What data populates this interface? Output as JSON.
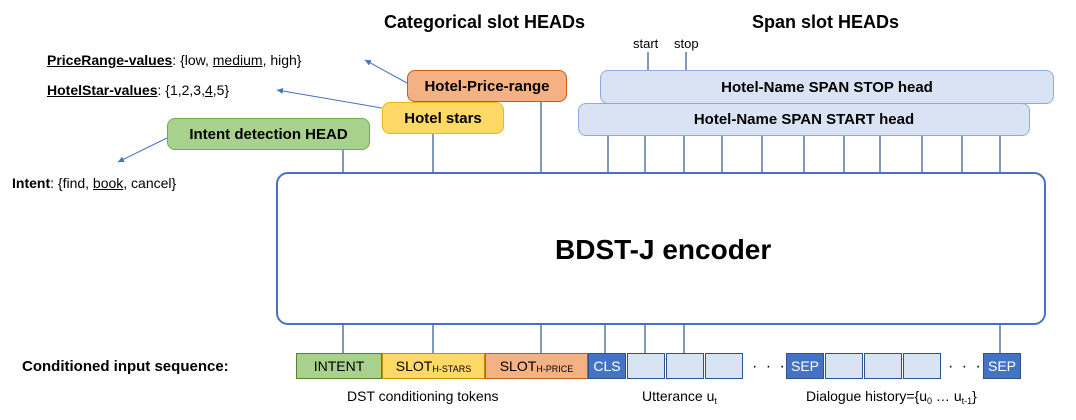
{
  "titles": {
    "categorical": "Categorical slot HEADs",
    "span": "Span slot HEADs"
  },
  "span_labels": {
    "start": "start",
    "stop": "stop"
  },
  "heads": {
    "price_range": "Hotel-Price-range",
    "hotel_stars": "Hotel stars",
    "intent": "Intent detection HEAD",
    "span_stop": "Hotel-Name SPAN STOP head",
    "span_start": "Hotel-Name SPAN START head"
  },
  "values": {
    "price_label": "PriceRange-values",
    "price_pre": ": {low, ",
    "price_selected": "medium",
    "price_post": ", high}",
    "stars_label": "HotelStar-values",
    "stars_pre": ": {1,2,3,",
    "stars_selected": "4",
    "stars_post": ",5}",
    "intent_label": "Intent",
    "intent_pre": ": {find, ",
    "intent_selected": "book",
    "intent_post": ", cancel}"
  },
  "encoder": {
    "label": "BDST-J encoder"
  },
  "sequence": {
    "label": "Conditioned input sequence:",
    "intent_token": "INTENT",
    "slot_main": "SLOT",
    "stars_sub": "H-STARS",
    "price_sub": "H-PRICE",
    "cls": "CLS",
    "sep": "SEP",
    "ellipsis": "· · ·"
  },
  "captions": {
    "dst": "DST conditioning tokens",
    "utterance_pre": "Utterance u",
    "utterance_sub": "t",
    "history_pre": "Dialogue history={u",
    "history_sub0": "0",
    "history_mid": " … u",
    "history_sub1": "t-1",
    "history_post": "}"
  },
  "colors": {
    "intent": "#a9d18e",
    "stars": "#ffd966",
    "price": "#f4b183",
    "span": "#dae3f3",
    "special": "#4472c4"
  }
}
